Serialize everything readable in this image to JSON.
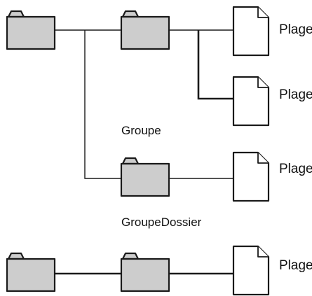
{
  "colors": {
    "ink": "#1a1a1a",
    "folder_fill": "#cdcdcd",
    "background": "#ffffff"
  },
  "labels": {
    "plage": "Plage",
    "groupe": "Groupe",
    "groupe_dossier": "GroupeDossier"
  },
  "icons": {
    "folder": "folder-icon",
    "page": "page-icon"
  }
}
